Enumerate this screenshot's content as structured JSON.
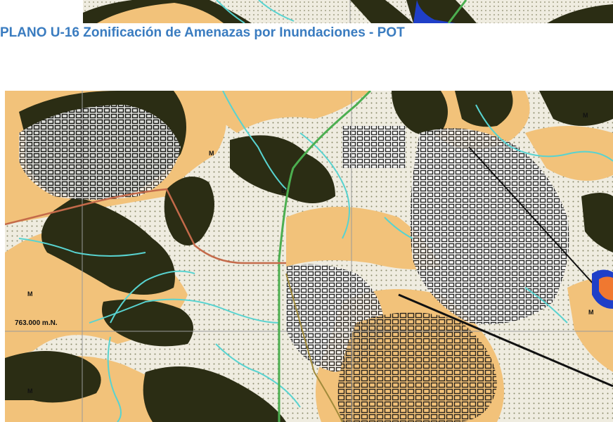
{
  "title": "PLANO U-16 Zonificación de Amenazas por Inundaciones - POT",
  "colors": {
    "title": "#3a7cc0",
    "dark_zone": "#2b2d14",
    "mid_zone": "#f2c27a",
    "low_zone": "#efece0",
    "dot": "#8a8a6a",
    "river": "#58d3d0",
    "road_green": "#4caf50",
    "road_red": "#c46a4a",
    "road_olive": "#a08a3a",
    "urban_line": "#111111",
    "grid": "#9a9a9a",
    "water_blue": "#1f3fc8",
    "water_orange": "#f07830"
  },
  "map": {
    "coordinate_label": "763.000 m.N.",
    "zone_marker": "M",
    "zone_marker_b": "B"
  }
}
